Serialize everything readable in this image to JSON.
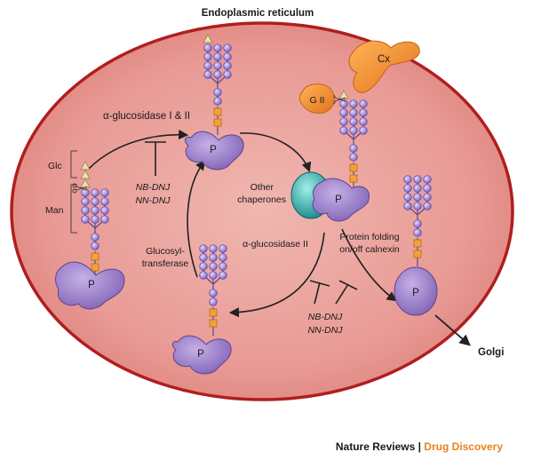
{
  "title": "Endoplasmic reticulum",
  "labels": {
    "glc": "Glc",
    "man": "Man",
    "enzyme_top": "α-glucosidase I & II",
    "inhib_top_1": "NB-DNJ",
    "inhib_top_2": "NN-DNJ",
    "gii": "G II",
    "cx": "Cx",
    "other_chap_1": "Other",
    "other_chap_2": "chaperones",
    "enzyme_mid": "α-glucosidase II",
    "folding_1": "Protein folding",
    "folding_2": "on/off calnexin",
    "glucosyl_1": "Glucosyl-",
    "glucosyl_2": "transferase",
    "inhib_bot_1": "NB-DNJ",
    "inhib_bot_2": "NN-DNJ",
    "golgi": "Golgi",
    "protein": "P"
  },
  "credit": {
    "journal": "Nature Reviews",
    "separator": " | ",
    "section": "Drug Discovery"
  },
  "colors": {
    "cell_fill": "#e99a95",
    "cell_stroke": "#b01e1e",
    "protein": "#8f6fbf",
    "mannose": "#9d86d3",
    "glcnac": "#f2a23a",
    "glucose": "#e9dfb3",
    "cx": "#f18a2c",
    "chaperone": "#1f9f9f",
    "accent": "#e8821e"
  }
}
